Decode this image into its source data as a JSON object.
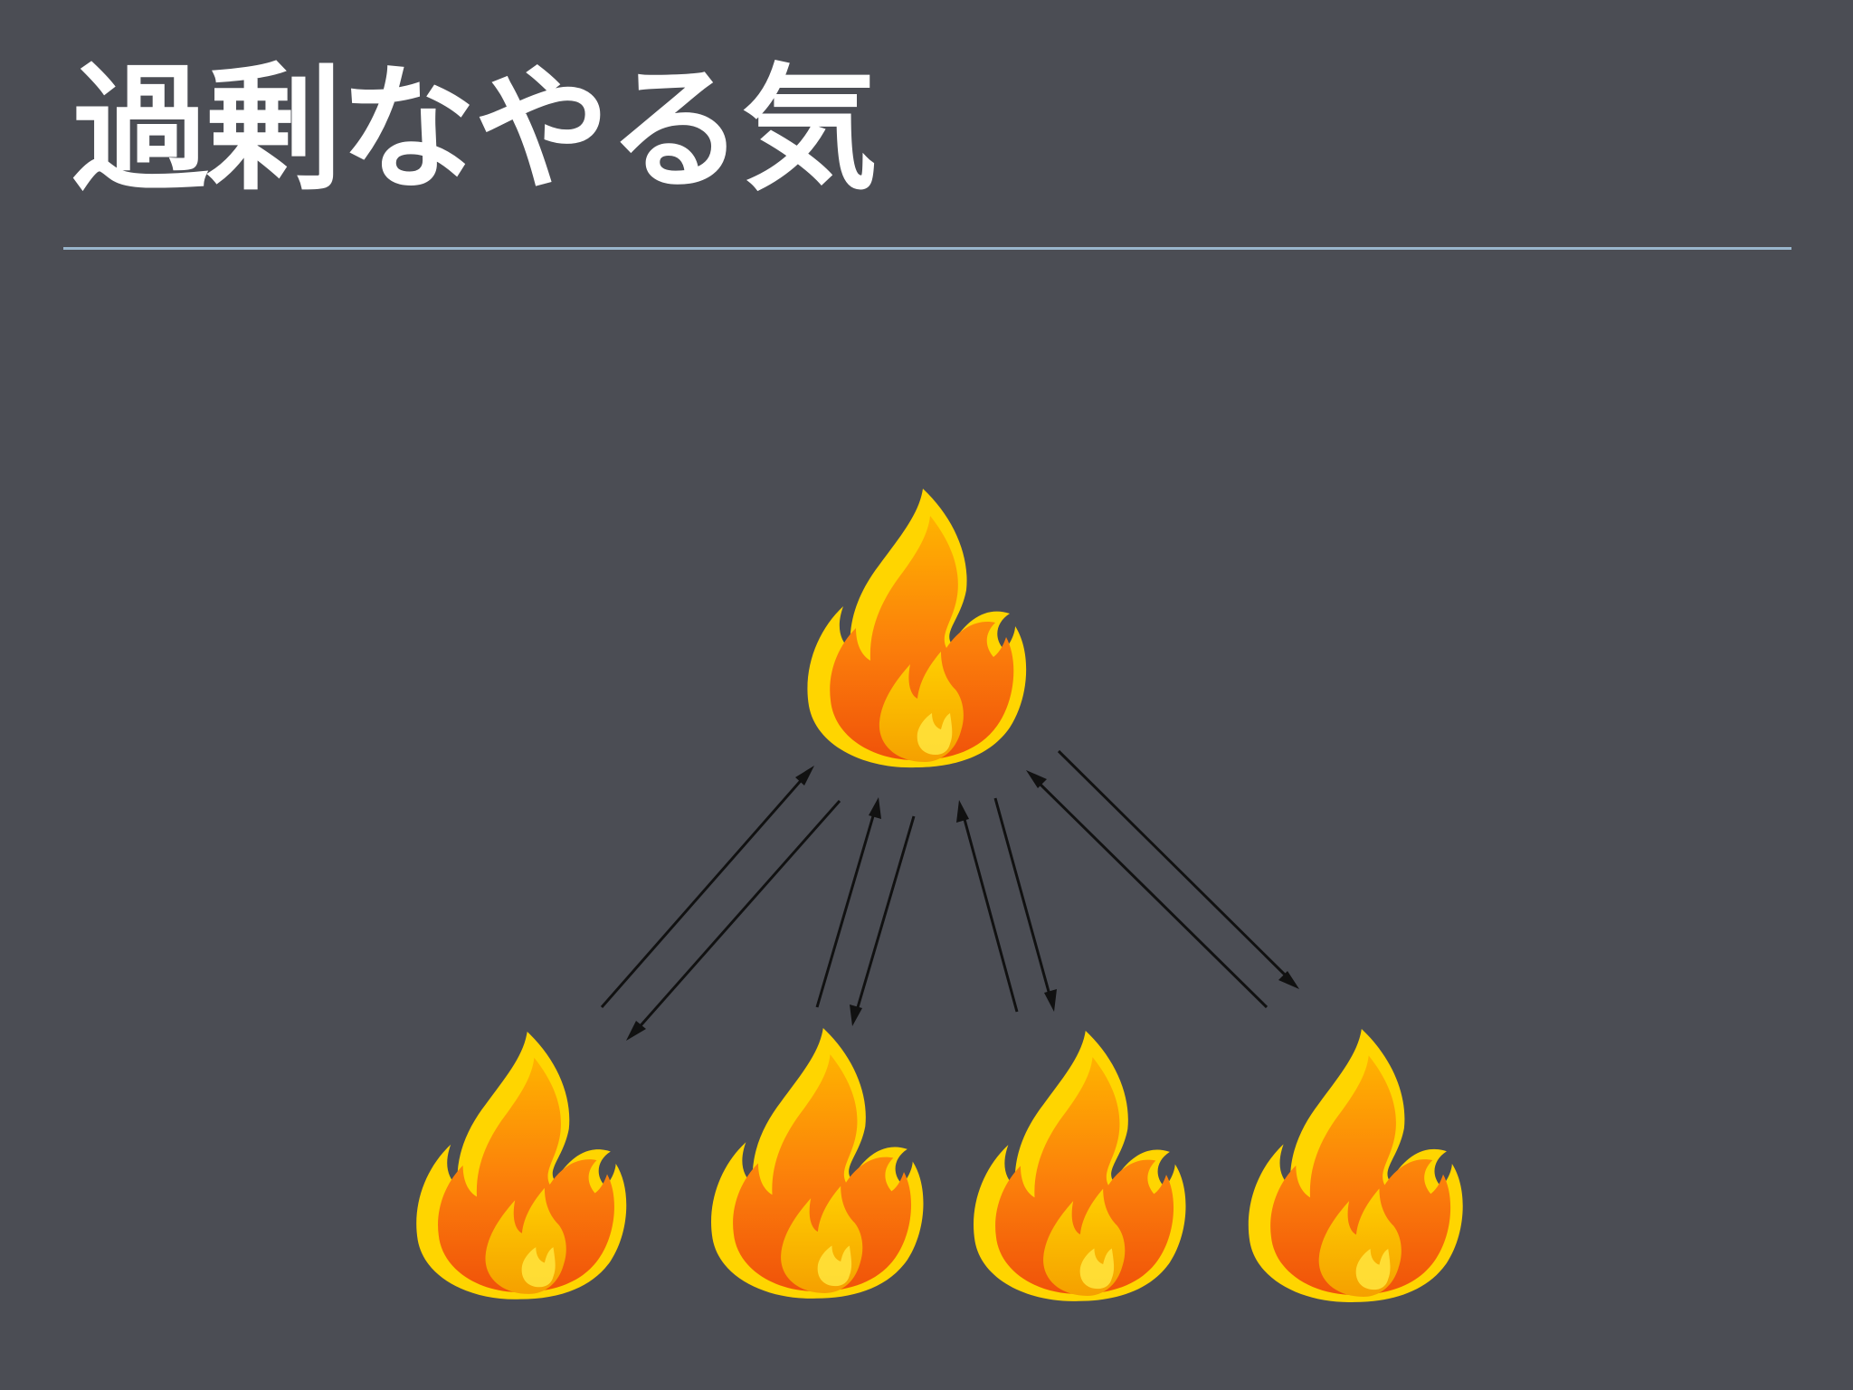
{
  "slide": {
    "title": "過剰なやる気"
  },
  "colors": {
    "background": "#4b4d54",
    "title": "#ffffff",
    "divider": "#9ab6cc",
    "arrow": "#111111",
    "flame_outer_top": "#ffb300",
    "flame_outer_bottom": "#f0520a",
    "flame_rim": "#ffd500",
    "flame_inner_top": "#ffcc00",
    "flame_inner_bottom": "#f5a300"
  },
  "diagram": {
    "nodes": [
      {
        "id": "center-flame",
        "icon": "fire-icon"
      },
      {
        "id": "member-flame-1",
        "icon": "fire-icon"
      },
      {
        "id": "member-flame-2",
        "icon": "fire-icon"
      },
      {
        "id": "member-flame-3",
        "icon": "fire-icon"
      },
      {
        "id": "member-flame-4",
        "icon": "fire-icon"
      }
    ],
    "edges": [
      {
        "from": "center-flame",
        "to": "member-flame-1",
        "direction": "bidirectional"
      },
      {
        "from": "center-flame",
        "to": "member-flame-2",
        "direction": "bidirectional"
      },
      {
        "from": "center-flame",
        "to": "member-flame-3",
        "direction": "bidirectional"
      },
      {
        "from": "center-flame",
        "to": "member-flame-4",
        "direction": "bidirectional"
      }
    ]
  }
}
